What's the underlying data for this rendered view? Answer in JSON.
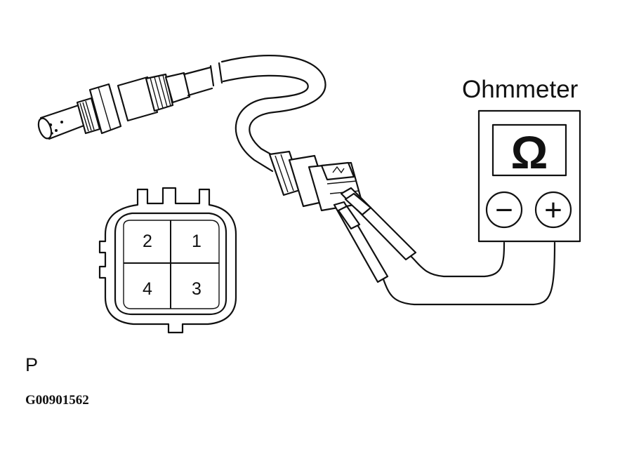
{
  "meter": {
    "title": "Ohmmeter",
    "symbol": "Ω",
    "negative_symbol": "−",
    "positive_symbol": "+"
  },
  "connector": {
    "pins": [
      {
        "label": "2"
      },
      {
        "label": "1"
      },
      {
        "label": "4"
      },
      {
        "label": "3"
      }
    ]
  },
  "view_label": "P",
  "figure_id": "G00901562"
}
